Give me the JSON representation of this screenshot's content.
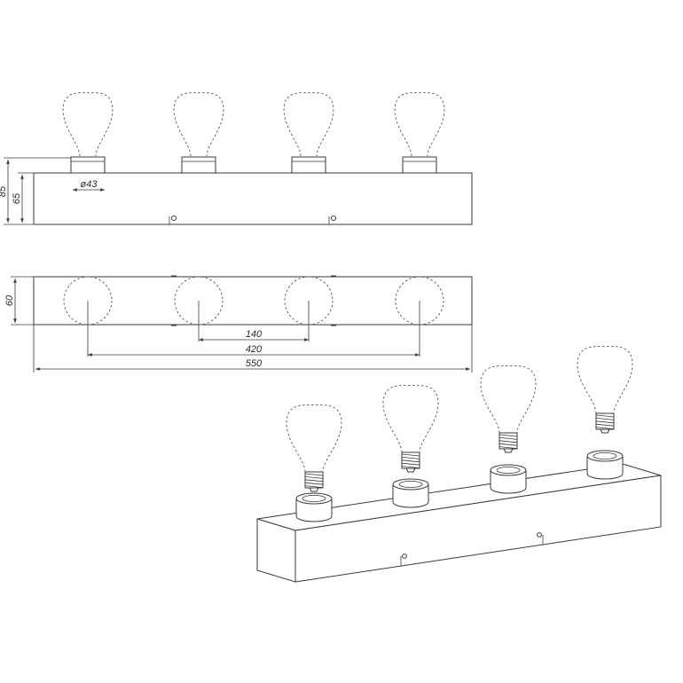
{
  "dimensions": {
    "total_height": "85",
    "box_height": "65",
    "socket_diameter": "ø43",
    "depth": "60",
    "bulb_spacing": "140",
    "outer_spacing": "420",
    "total_length": "550"
  },
  "colors": {
    "line": "#3a3a3a",
    "background": "#ffffff"
  }
}
